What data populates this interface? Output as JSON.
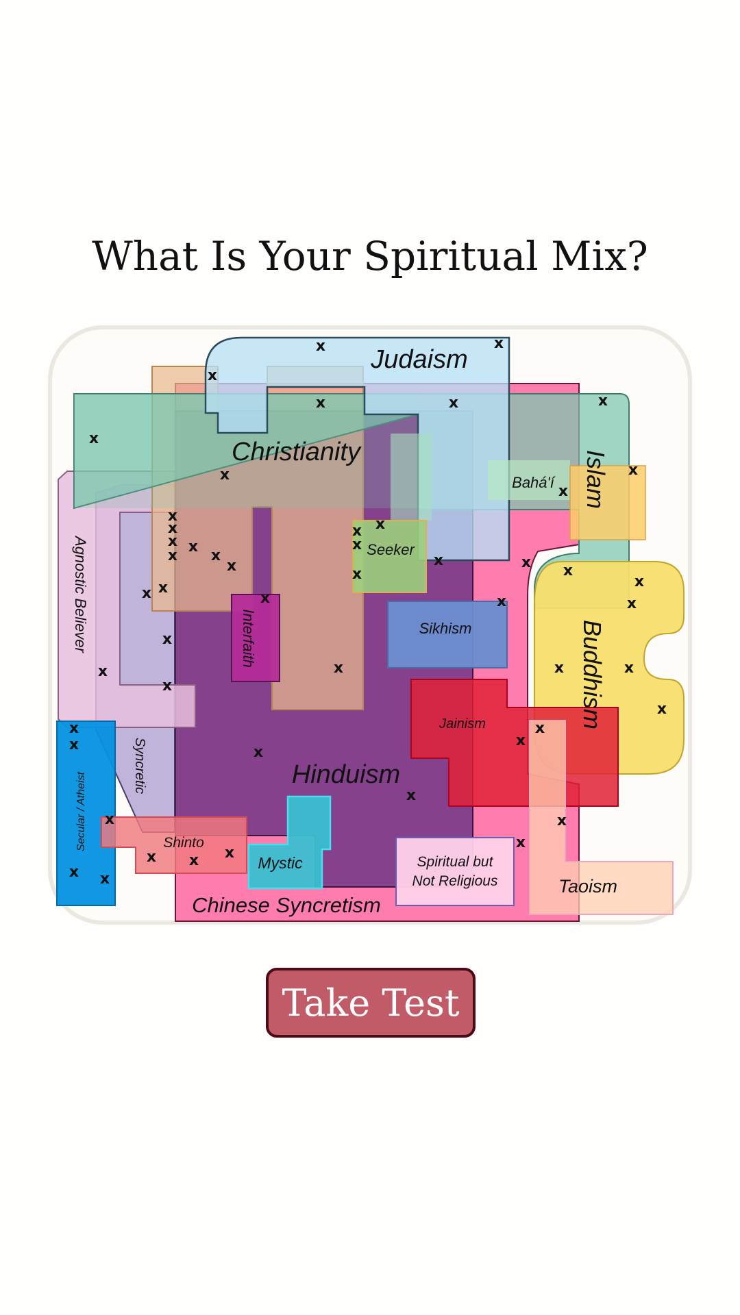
{
  "title": "What Is Your Spiritual Mix?",
  "button_label": "Take Test",
  "regions": {
    "judaism": "Judaism",
    "christianity": "Christianity",
    "islam": "Islam",
    "bahai": "Bahá'í",
    "agnostic_believer": "Agnostic Believer",
    "seeker": "Seeker",
    "interfaith": "Interfaith",
    "sikhism": "Sikhism",
    "buddhism": "Buddhism",
    "jainism": "Jainism",
    "hinduism": "Hinduism",
    "syncretic": "Syncretic",
    "secular_atheist": "Secular / Atheist",
    "shinto": "Shinto",
    "mystic": "Mystic",
    "spiritual_line1": "Spiritual but",
    "spiritual_line2": "Not Religious",
    "taoism": "Taoism",
    "chinese_syncretism": "Chinese Syncretism"
  },
  "marker": "x",
  "colors": {
    "judaism": "#b7e0f6",
    "christianity": "#e8b98c",
    "islam": "#7dc7ae",
    "chinese_syncretism": "#ff6fa5",
    "hinduism": "#7f3e8a",
    "buddhism": "#f7de6d",
    "jainism": "#e02137",
    "sikhism": "#6a8ed0",
    "seeker": "#9ccf7c",
    "secular_atheist": "#0591e2",
    "mystic": "#3abfd1",
    "taoism": "#ffd0b2",
    "button": "#c15b67"
  }
}
